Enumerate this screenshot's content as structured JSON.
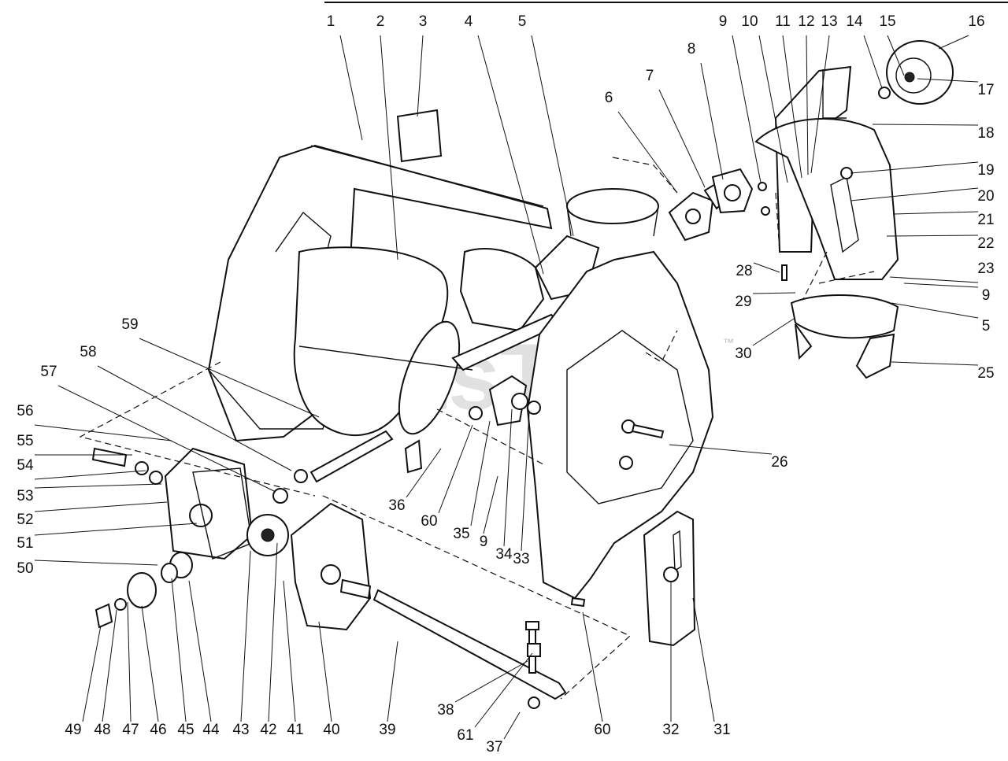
{
  "watermark": "PartsTree",
  "trademark": "™",
  "callouts": [
    "1",
    "2",
    "3",
    "4",
    "5",
    "6",
    "7",
    "8",
    "9",
    "10",
    "11",
    "12",
    "13",
    "14",
    "15",
    "16",
    "17",
    "18",
    "19",
    "20",
    "21",
    "22",
    "23",
    "28",
    "9",
    "29",
    "5",
    "30",
    "25",
    "26",
    "59",
    "58",
    "57",
    "56",
    "55",
    "54",
    "53",
    "52",
    "51",
    "50",
    "36",
    "60",
    "35",
    "9",
    "34",
    "33",
    "49",
    "48",
    "47",
    "46",
    "45",
    "44",
    "43",
    "42",
    "41",
    "40",
    "39",
    "38",
    "61",
    "37",
    "60",
    "32",
    "31"
  ]
}
